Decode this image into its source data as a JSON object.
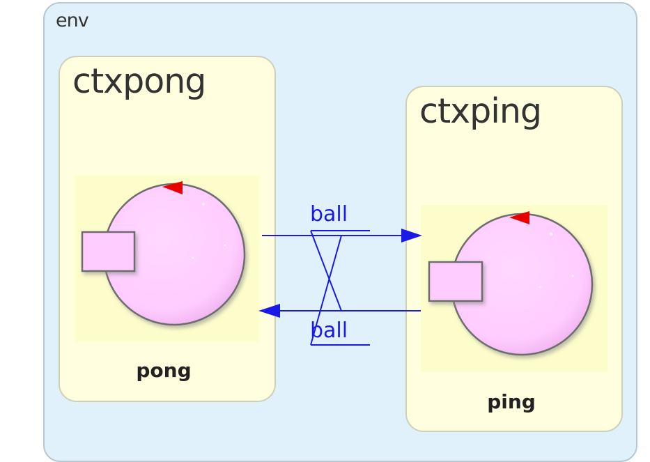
{
  "env": {
    "label": "env"
  },
  "contexts": {
    "pong": {
      "title": "ctxpong",
      "actor_label": "pong"
    },
    "ping": {
      "title": "ctxping",
      "actor_label": "ping"
    }
  },
  "messages": {
    "top": {
      "label": "ball"
    },
    "bottom": {
      "label": "ball"
    }
  },
  "colors": {
    "env_bg": "#e1f1fb",
    "context_bg": "#ffffdf",
    "actor_fill": "#ffccff",
    "arrow": "#1a1ae8",
    "marker": "#e60000"
  }
}
